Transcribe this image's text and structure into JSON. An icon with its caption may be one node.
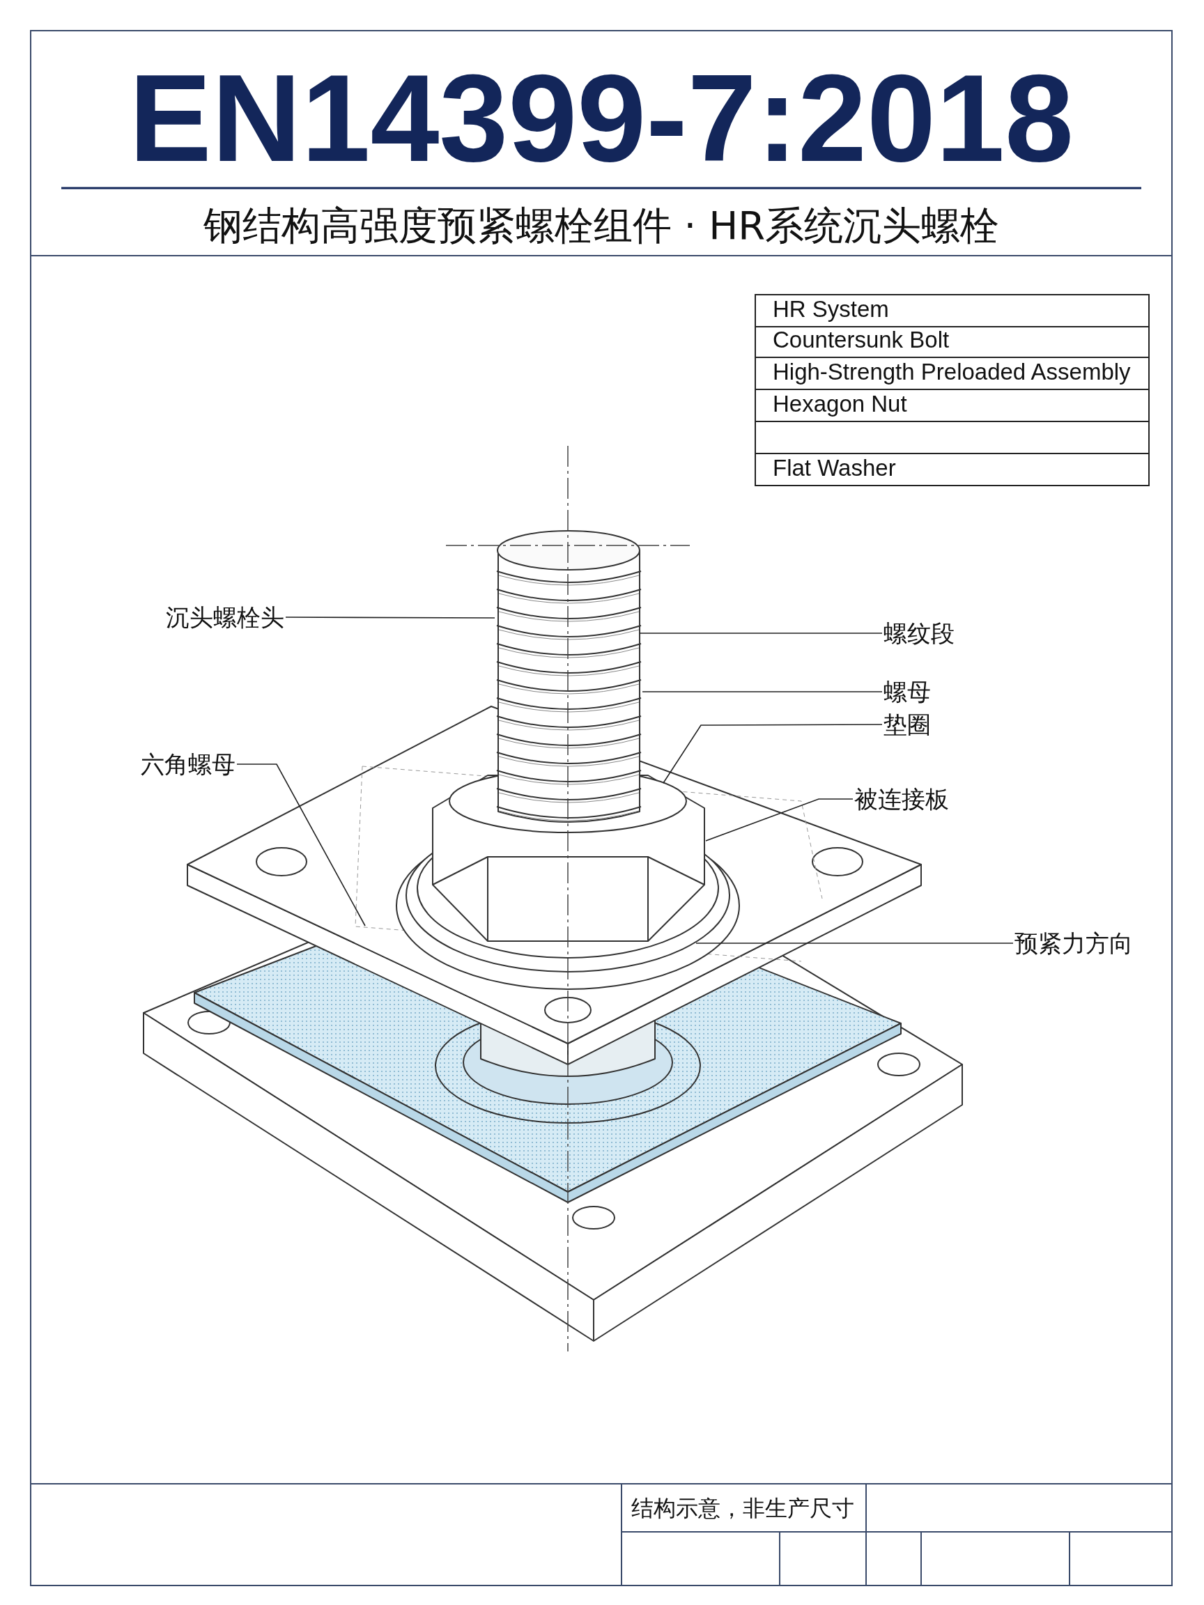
{
  "diagram": {
    "title": "EN14399-7:2018",
    "nodes": [
      {
        "text": [
          "沉头螺栓头"
        ]
      },
      {
        "text": [
          "螺纹段"
        ]
      },
      {
        "text": [
          "螺母"
        ]
      },
      {
        "text": [
          "垫圈"
        ]
      },
      {
        "text": [
          "六角螺母"
        ]
      },
      {
        "text": [
          "被连接板"
        ]
      },
      {
        "text": [
          "预紧力方向"
        ]
      }
    ],
    "edges": [
      {
        "from": 0,
        "to": null,
        "arrow": "none"
      },
      {
        "from": 1,
        "to": null,
        "arrow": "none"
      },
      {
        "from": 2,
        "to": null,
        "arrow": "none"
      },
      {
        "from": 3,
        "to": null,
        "arrow": "none"
      },
      {
        "from": 4,
        "to": null,
        "arrow": "none"
      },
      {
        "from": 5,
        "to": null,
        "arrow": "none"
      },
      {
        "from": 6,
        "to": null,
        "arrow": "none"
      }
    ],
    "labels": [
      "钢结构高强度预紧螺栓组件 · HR系统沉头螺栓",
      "HR System",
      "Countersunk Bolt",
      "High-Strength Preloaded Assembly",
      "Hexagon Nut",
      "Flat Washer",
      "结构示意，非生产尺寸"
    ]
  }
}
